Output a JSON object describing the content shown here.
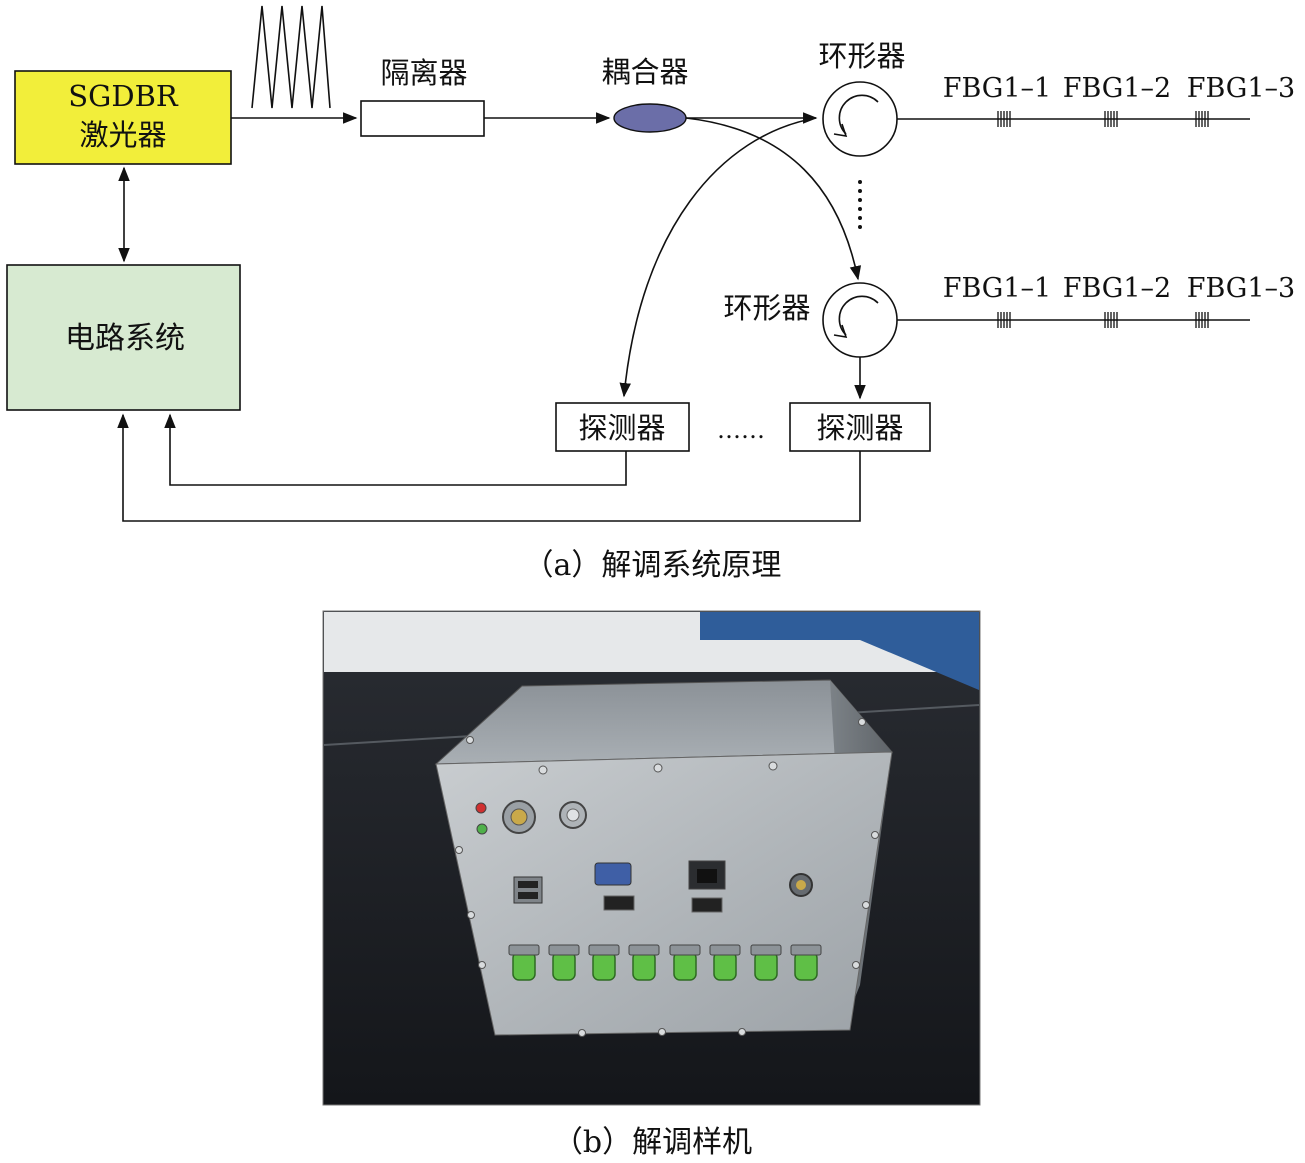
{
  "diagram": {
    "laser_line1": "SGDBR",
    "laser_line2": "激光器",
    "circuit": "电路系统",
    "isolator": "隔离器",
    "coupler": "耦合器",
    "circulator_top": "环形器",
    "circulator_bottom": "环形器",
    "detector_left": "探测器",
    "detector_right": "探测器",
    "detector_ellipsis": "……",
    "fbg_top": [
      "FBG1–1",
      "FBG1–2",
      "FBG1–3"
    ],
    "fbg_bottom": [
      "FBG1–1",
      "FBG1–2",
      "FBG1–3"
    ]
  },
  "captions": {
    "a": "（a）解调系统原理",
    "b": "（b）解调样机"
  },
  "colors": {
    "laser_fill": "#f2ee3a",
    "circuit_fill": "#d7ead1",
    "coupler_fill": "#6b6ea8",
    "connector_green": "#5fbf46"
  }
}
